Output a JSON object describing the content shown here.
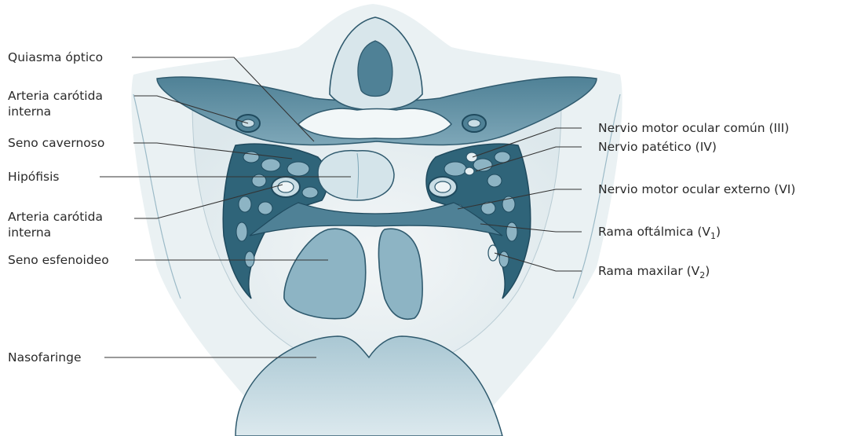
{
  "labels": {
    "left": {
      "quiasma": "Quiasma óptico",
      "carotida_sup_1": "Arteria carótida",
      "carotida_sup_2": "interna",
      "seno_cavernoso": "Seno cavernoso",
      "hipofisis": "Hipófisis",
      "carotida_inf_1": "Arteria carótida",
      "carotida_inf_2": "interna",
      "seno_esfenoideo": "Seno esfenoideo",
      "nasofaringe": "Nasofaringe"
    },
    "right": {
      "nervio_iii": "Nervio motor ocular común (III)",
      "nervio_iv": "Nervio patético (IV)",
      "nervio_vi": "Nervio motor ocular externo (VI)",
      "rama_oftalmica": "Rama oftálmica (V",
      "rama_oftalmica_sub": "1",
      "rama_oftalmica_end": ")",
      "rama_maxilar": "Rama maxilar (V",
      "rama_maxilar_sub": "2",
      "rama_maxilar_end": ")"
    }
  },
  "colors": {
    "tissue_dark": "#5f8fa4",
    "tissue_mid": "#8db4c4",
    "tissue_light": "#c9dde5",
    "bone": "#eef3f4",
    "outline": "#2f5a6e",
    "text": "#2a2a2a"
  }
}
